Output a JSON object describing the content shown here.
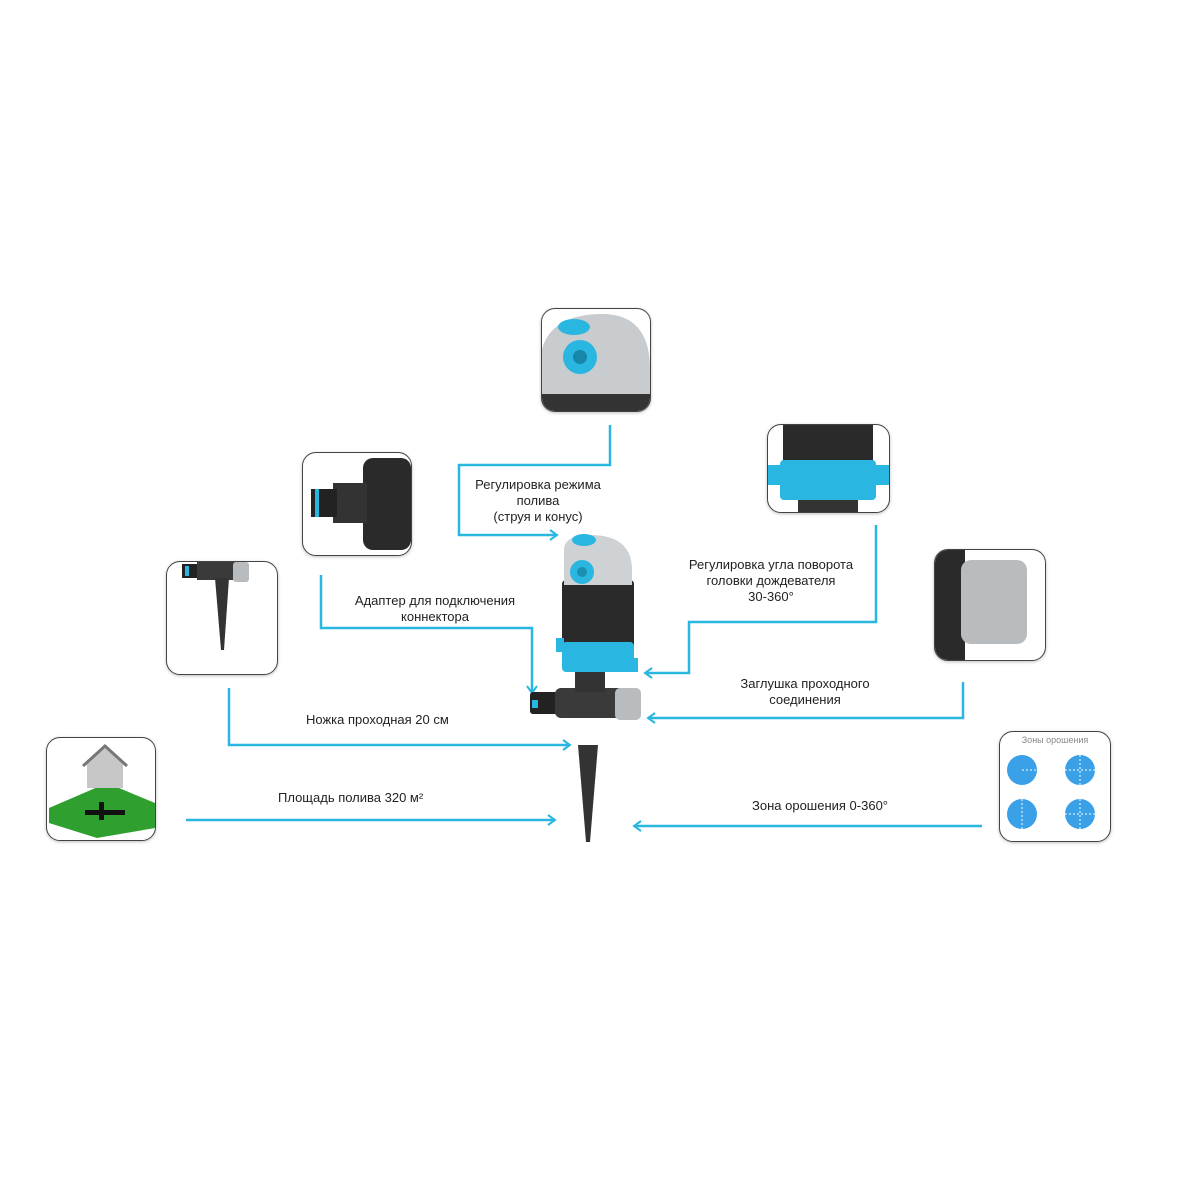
{
  "labels": {
    "mode": [
      "Регулировка режима",
      "полива",
      "(струя и конус)"
    ],
    "adapter": [
      "Адаптер для подключения",
      "коннектора"
    ],
    "leg": "Ножка проходная 20 см",
    "area": "Площадь полива 320 м²",
    "angle": [
      "Регулировка угла поворота",
      "головки дождевателя",
      "30-360°"
    ],
    "plug": [
      "Заглушка проходного",
      "соединения"
    ],
    "zone": "Зона орошения 0-360°"
  },
  "zones_thumb_title": "Зоны орошения",
  "colors": {
    "accent": "#29b6e0",
    "dark": "#2a2a2a",
    "grey": "#b9bcbf"
  }
}
